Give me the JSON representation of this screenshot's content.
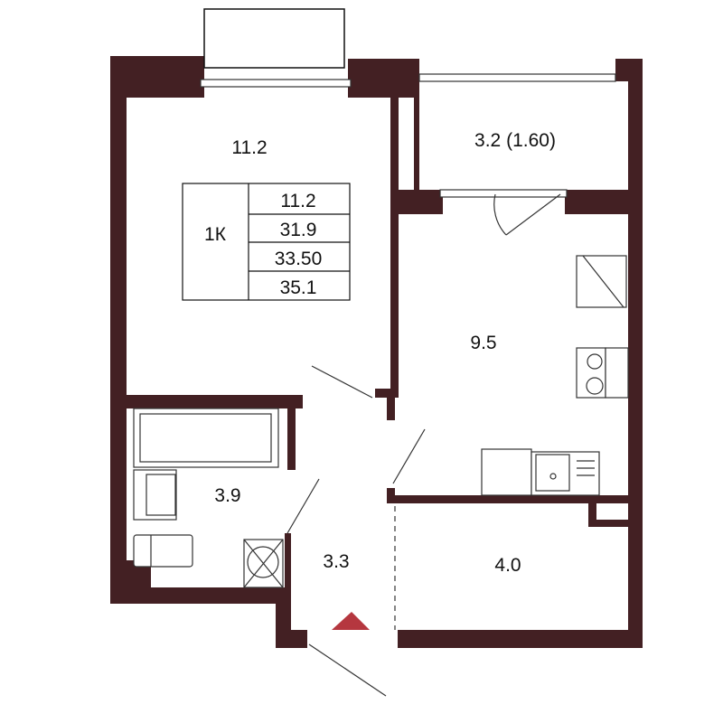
{
  "colors": {
    "wall": "#432023",
    "entrance_marker": "#b5373f"
  },
  "rooms": {
    "living_room": "11.2",
    "balcony": "3.2 (1.60)",
    "kitchen": "9.5",
    "bathroom": "3.9",
    "hallway": "3.3",
    "storage": "4.0"
  },
  "summary": {
    "type": "1К",
    "living_area": "11.2",
    "total_area": "31.9",
    "total_with_balcony": "33.50",
    "total_full": "35.1"
  }
}
